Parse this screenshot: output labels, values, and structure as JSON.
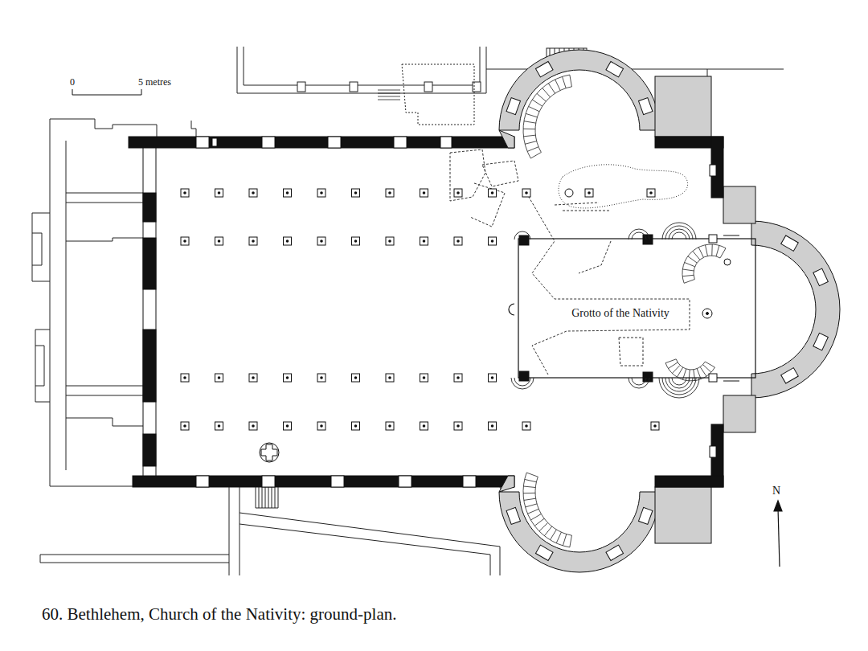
{
  "diagram": {
    "caption": "60. Bethlehem, Church of the Nativity: ground-plan.",
    "labels": [
      "0",
      "5 metres",
      "Grotto of the Nativity",
      "N"
    ]
  }
}
